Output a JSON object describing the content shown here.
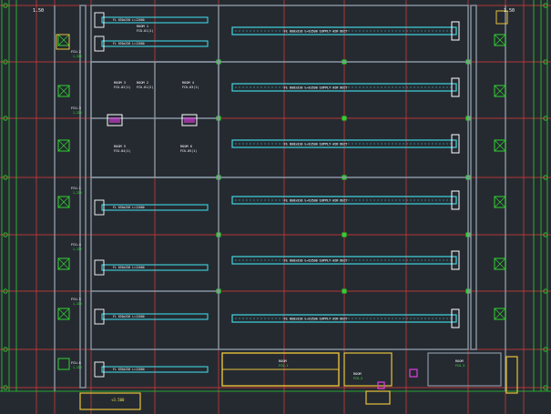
{
  "drawing": {
    "kind": "hvac-duct-floor-plan",
    "colors": {
      "background": "#252a31",
      "axis_red": "#e23b3b",
      "axis_green": "#2fd12f",
      "wall": "#8a96a3",
      "duct_cyan": "#3fd6e0",
      "text_white": "#ffffff",
      "text_green": "#39e83a",
      "highlight_yellow": "#e8c23a",
      "accent_magenta": "#e040e0"
    },
    "left_edge_label": "1.50",
    "right_edge_label": "1.50",
    "left_units": [
      {
        "tag": "FCU-1",
        "note": "1,220"
      },
      {
        "tag": "FCU-2",
        "note": "1,220"
      },
      {
        "tag": "FCU-3",
        "note": "1,220"
      },
      {
        "tag": "FCU-4",
        "note": "1,220"
      },
      {
        "tag": "FCU-5",
        "note": "1,220"
      },
      {
        "tag": "FCU-6",
        "note": "1,220"
      }
    ],
    "room_labels": [
      {
        "name": "ROOM 1",
        "tag": "FCU-01(1)"
      },
      {
        "name": "ROOM 2",
        "tag": "FCU-01(2)"
      },
      {
        "name": "ROOM 3",
        "tag": "FCU-02(1)"
      },
      {
        "name": "ROOM 4",
        "tag": "FCU-03(1)"
      },
      {
        "name": "ROOM 5",
        "tag": "FCU-04(1)"
      },
      {
        "name": "ROOM 6",
        "tag": "FCU-05(1)"
      }
    ],
    "main_ducts": [
      {
        "spec": "FL 800x320 L=32500 SUPPLY AIR DUCT"
      },
      {
        "spec": "FL 800x320 L=32500 SUPPLY AIR DUCT"
      },
      {
        "spec": "FL 800x320 L=32500 SUPPLY AIR DUCT"
      },
      {
        "spec": "FL 800x320 L=32500 SUPPLY AIR DUCT"
      },
      {
        "spec": "FL 800x320 L=32500 SUPPLY AIR DUCT"
      },
      {
        "spec": "FL 800x320 L=32500 SUPPLY AIR DUCT"
      }
    ],
    "short_ducts": [
      {
        "spec": "FL 630x250 L=12000"
      },
      {
        "spec": "FL 630x250 L=12000"
      },
      {
        "spec": "FL 630x250 L=12000"
      },
      {
        "spec": "FL 630x250 L=12000"
      },
      {
        "spec": "FL 630x250 L=12000"
      },
      {
        "spec": "FL 630x250 L=12000"
      }
    ],
    "bottom_rooms": [
      {
        "name": "ROOM",
        "tag": "FCU-1"
      },
      {
        "name": "ROOM",
        "tag": "FCU-2"
      },
      {
        "name": "ROOM",
        "tag": "FCU-3"
      }
    ],
    "elevation_tag": "+3.500"
  }
}
